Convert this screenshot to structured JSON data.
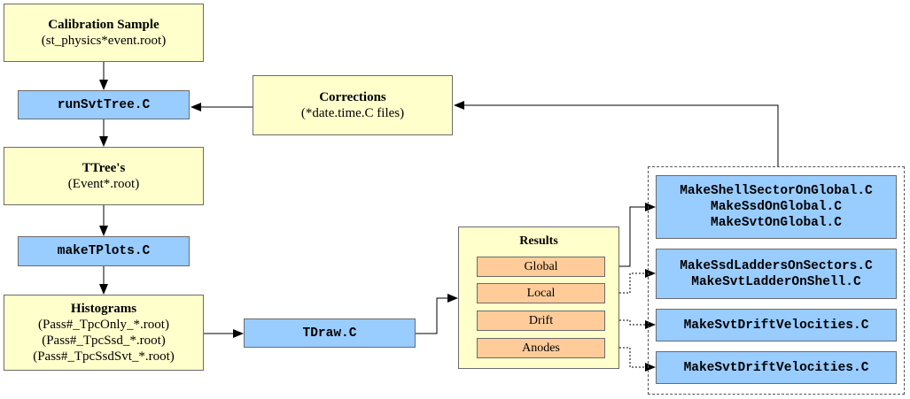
{
  "calibration_sample": {
    "title": "Calibration Sample",
    "subtitle": "(st_physics*event.root)"
  },
  "run_svt_tree": {
    "label": "runSvtTree.C"
  },
  "corrections": {
    "title": "Corrections",
    "subtitle": "(*date.time.C files)"
  },
  "ttrees": {
    "title": "TTree's",
    "subtitle": "(Event*.root)"
  },
  "make_tplots": {
    "label": "makeTPlots.C"
  },
  "histograms": {
    "title": "Histograms",
    "lines": [
      "(Pass#_TpcOnly_*.root)",
      "(Pass#_TpcSsd_*.root)",
      "(Pass#_TpcSsdSvt_*.root)"
    ]
  },
  "tdraw": {
    "label": "TDraw.C"
  },
  "results": {
    "title": "Results",
    "items": [
      "Global",
      "Local",
      "Drift",
      "Anodes"
    ]
  },
  "macros": {
    "global": [
      "MakeShellSectorOnGlobal.C",
      "MakeSsdOnGlobal.C",
      "MakeSvtOnGlobal.C"
    ],
    "local": [
      "MakeSsdLaddersOnSectors.C",
      "MakeSvtLadderOnShell.C"
    ],
    "drift": [
      "MakeSvtDriftVelocities.C"
    ],
    "anodes": [
      "MakeSvtDriftVelocities.C"
    ]
  },
  "colors": {
    "data_box": "#ffffcc",
    "macro_box": "#99ccff",
    "result_item": "#ffcc99",
    "border": "#6b6b6b",
    "arrow": "#000000"
  }
}
